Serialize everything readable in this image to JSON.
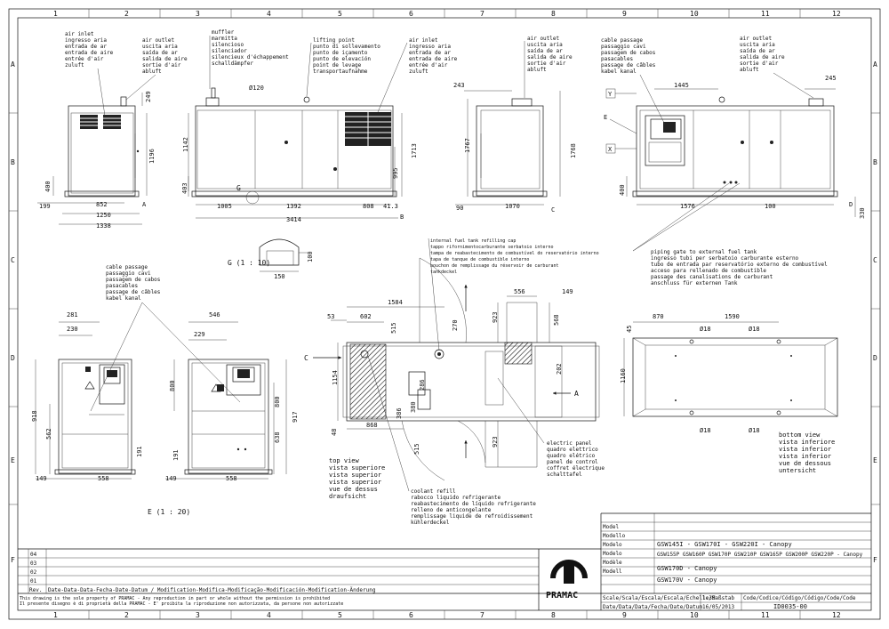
{
  "border": {
    "columns": [
      "1",
      "2",
      "3",
      "4",
      "5",
      "6",
      "7",
      "8",
      "9",
      "10",
      "11",
      "12"
    ],
    "rows": [
      "A",
      "B",
      "C",
      "D",
      "E",
      "F"
    ]
  },
  "callouts": {
    "air_inlet_left": [
      "air inlet",
      "ingresso aria",
      "entrada de ar",
      "entrada de aire",
      "entrée d'air",
      "zuluft"
    ],
    "air_outlet_1": [
      "air outlet",
      "uscita aria",
      "saída de ar",
      "salida de aire",
      "sortie d'air",
      "abluft"
    ],
    "muffler": [
      "muffler",
      "marmitta",
      "silencioso",
      "silenciador",
      "silencieux d'échappement",
      "schalldämpfer"
    ],
    "lifting_point": [
      "lifting point",
      "punto di sollevamento",
      "punto de içamento",
      "punto de elevación",
      "point de levage",
      "transportaufnahme"
    ],
    "air_inlet_center": [
      "air inlet",
      "ingresso aria",
      "entrada de ar",
      "entrada de aire",
      "entrée d'air",
      "zuluft"
    ],
    "air_outlet_2": [
      "air outlet",
      "uscita aria",
      "saída de ar",
      "salida de aire",
      "sortie d'air",
      "abluft"
    ],
    "cable_passage_top": [
      "cable passage",
      "passaggio cavi",
      "passagem de cabos",
      "pasacables",
      "passage de câbles",
      "kabel kanal"
    ],
    "air_outlet_3": [
      "air outlet",
      "uscita aria",
      "saída de ar",
      "salida de aire",
      "sortie d'air",
      "abluft"
    ],
    "fuel_tank": [
      "internal fuel tank refilling cap",
      "tappo rifornimentocarburante serbatoio interno",
      "tampa de reabastecimento de combustível do reservatório interno",
      "tapa de tanque de combustible interno",
      "bouchon de remplissage du réservoir de carburant",
      "tankdeckel"
    ],
    "cable_passage_left": [
      "cable passage",
      "passaggio cavi",
      "passagem de cabos",
      "pasacables",
      "passage de câbles",
      "kabel kanal"
    ],
    "piping_gate": [
      "piping gate to external fuel tank",
      "ingresso tubi per serbatoio carburante esterno",
      "tubo de entrada par reservatório externo de combustível",
      "acceso para rellenado de combustible",
      "passage des canalisations de carburant",
      "anschluss für externen Tank"
    ],
    "electric_panel": [
      "electric panel",
      "quadro elettrico",
      "quadro elétrico",
      "panel de control",
      "coffret électrique",
      "schalttafel"
    ],
    "coolant_refill": [
      "coolant refill",
      "rabocco liquido refrigerante",
      "reabastecimento de líquido refrigerante",
      "relleno de anticongelante",
      "remplissage liquide de refroidissement",
      "kühlerdeckel"
    ],
    "top_view": [
      "top view",
      "vista superiore",
      "vista superior",
      "vista superior",
      "vue de dessus",
      "draufsicht"
    ],
    "bottom_view": [
      "bottom view",
      "vista inferiore",
      "vista inferior",
      "vista inferior",
      "vue de dessous",
      "untersicht"
    ]
  },
  "view_labels": {
    "g_detail": "G  (1 : 10)",
    "e_detail": "E  (1 : 20)",
    "A": "A",
    "B": "B",
    "C": "C",
    "D": "D",
    "E": "E",
    "G": "G",
    "X": "X",
    "Y": "Y"
  },
  "dims": {
    "d249": "249",
    "d1196": "1196",
    "d400a": "400",
    "d199": "199",
    "d852": "852",
    "d1250": "1250",
    "d1338": "1338",
    "d120": "Ø120",
    "d1142": "1142",
    "d403": "403",
    "d1005": "1005",
    "d1392": "1392",
    "d808": "808",
    "d413": "41.3",
    "d3414": "3414",
    "d1713": "1713",
    "d995": "995",
    "d243": "243",
    "d1767": "1767",
    "d1768": "1768",
    "d90": "90",
    "d1070": "1070",
    "d1445": "1445",
    "d245": "245",
    "d400b": "400",
    "d1576": "1576",
    "d100": "100",
    "d330": "330",
    "g100": "100",
    "g150": "150",
    "d281": "281",
    "d230": "230",
    "d918": "918",
    "d562": "562",
    "d149a": "149",
    "d558a": "558",
    "d546": "546",
    "d229": "229",
    "d800a": "800",
    "d800b": "800",
    "d917": "917",
    "d638": "638",
    "d191a": "191",
    "d191b": "191",
    "d149b": "149",
    "d558b": "558",
    "t53": "53",
    "t602": "602",
    "t1584": "1584",
    "t515a": "515",
    "t270": "270",
    "t923a": "923",
    "t556": "556",
    "t149": "149",
    "t568": "568",
    "t1154": "1154",
    "t202": "202",
    "t48": "48",
    "t868": "868",
    "t386": "386",
    "t380": "380",
    "t286": "286",
    "t515b": "515",
    "t923b": "923",
    "b870": "870",
    "b1590": "1590",
    "b45": "45",
    "b18a": "Ø18",
    "b18b": "Ø18",
    "b1160": "1160",
    "b18c": "Ø18",
    "b18d": "Ø18"
  },
  "title_block": {
    "revisions": [
      "04",
      "03",
      "02",
      "01"
    ],
    "rev_header": "Rev.",
    "rev_columns": "Date-Data-Data-Fecha-Date-Datum / Modification-Modifica-Modificação-Modificación-Modification-Änderung",
    "notice_1": "This drawing is the sole property of PRAMAC - Any reproduction in part or whole without the permission is prohibited",
    "notice_2": "Il presente disegno è di proprietà della PRAMAC - E' proibita la riproduzione non autorizzata, da persone non autorizzate",
    "model_labels": [
      "Model",
      "Modello",
      "Modelo",
      "Modelo",
      "Modèle",
      "Modell"
    ],
    "models": [
      "GSW145I - GSW170I - GSW220I - Canopy",
      "GSW155P GSW160P GSW170P GSW210P GSW165P GSW200P GSW220P - Canopy",
      "GSW170D - Canopy",
      "GSW170V - Canopy"
    ],
    "logo_text": "PRAMAC",
    "scale_label": "Scale/Scala/Escala/Escala/Echelle/Maßstab",
    "scale_value": "1:35",
    "code_label": "Code/Codice/Código/Código/Code/Code",
    "date_label": "Date/Data/Data/Fecha/Date/Datum",
    "date_value": "16/05/2013",
    "code_value": "ID0035-00"
  }
}
